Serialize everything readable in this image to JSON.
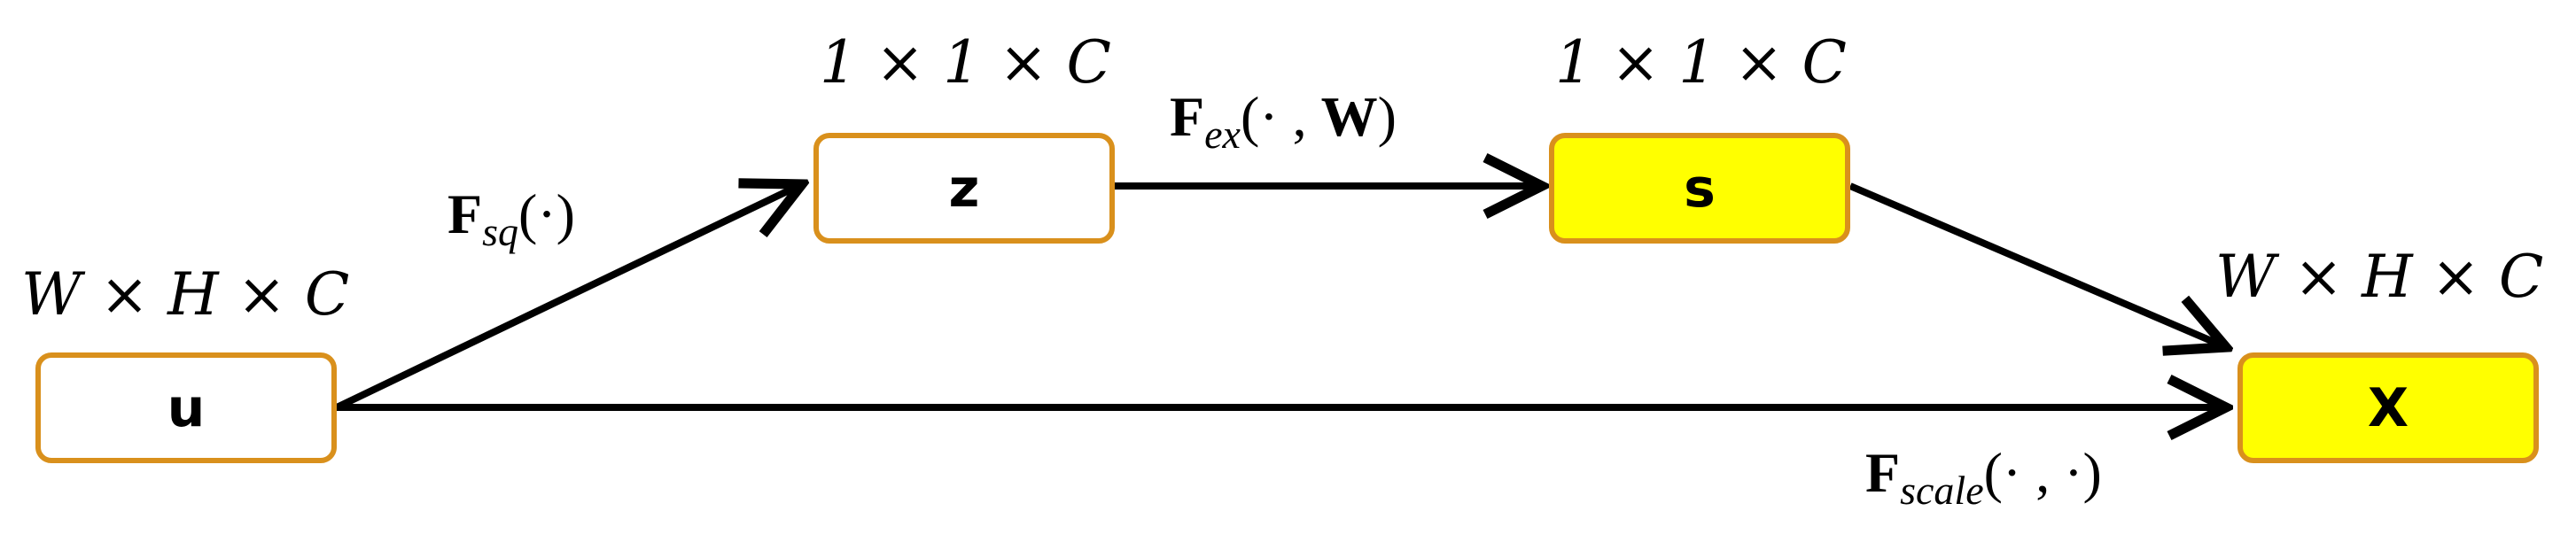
{
  "nodes": {
    "u": {
      "label": "u",
      "dims": "W × H × C",
      "fill": "#ffffff"
    },
    "z": {
      "label": "z",
      "dims": "1 × 1 × C",
      "fill": "#ffffff"
    },
    "s": {
      "label": "s",
      "dims": "1 × 1 × C",
      "fill": "#ffff00"
    },
    "x": {
      "label": "X",
      "dims": "W × H × C",
      "fill": "#ffff00"
    }
  },
  "operations": {
    "squeeze": {
      "F": "F",
      "sub": "sq",
      "args": "(·)"
    },
    "excitation": {
      "F": "F",
      "sub": "ex",
      "args_open": "(· , ",
      "W": "W",
      "args_close": ")"
    },
    "scale": {
      "F": "F",
      "sub": "scale",
      "args": "(· , ·)"
    }
  },
  "colors": {
    "border": "#d9901c",
    "highlight": "#ffff00",
    "arrow": "#000000"
  }
}
